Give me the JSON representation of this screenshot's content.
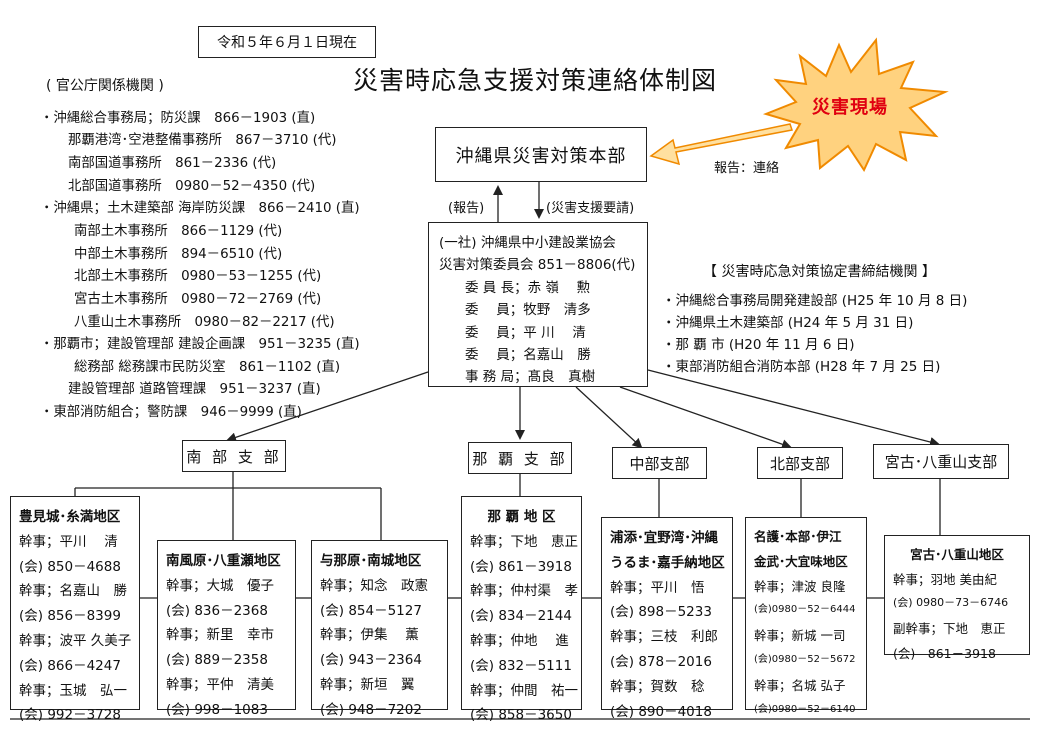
{
  "date_note": "令和５年６月１日現在",
  "title": "災害時応急支援対策連絡体制図",
  "disaster_site": "災害現場",
  "report_contact": "報告：連絡",
  "hq": "沖縄県災害対策本部",
  "report_label": "(報告)",
  "request_label": "(災害支援要請)",
  "gov_heading": "( 官公庁関係機関 )",
  "gov_lines": [
    "・沖縄総合事務局；防災課　866－1903 (直)",
    "那覇港湾･空港整備事務所　867－3710 (代)",
    "南部国道事務所　861－2336 (代)",
    "北部国道事務所　0980－52－4350 (代)",
    "・沖縄県；土木建築部 海岸防災課　866－2410 (直)",
    "南部土木事務所　866－1129 (代)",
    "中部土木事務所　894－6510 (代)",
    "北部土木事務所　0980－53－1255 (代)",
    "宮古土木事務所　0980－72－2769 (代)",
    "八重山土木事務所　0980－82－2217 (代)",
    "・那覇市；建設管理部 建設企画課　951－3235 (直)",
    "総務部 総務課市民防災室　861－1102 (直)",
    "建設管理部 道路管理課　951－3237 (直)",
    "・東部消防組合；警防課　946－9999 (直)"
  ],
  "association": {
    "name": "(一社) 沖縄県中小建設業協会",
    "committee": "災害対策委員会 851－8806(代)",
    "members": [
      "委 員 長；赤 嶺　 勲",
      "委　 員；牧野　清多",
      "委　 員；平 川　 清",
      "委　 員；名嘉山　勝",
      "事 務 局；髙良　真樹"
    ]
  },
  "agreement_heading": "【 災害時応急対策協定書締結機関 】",
  "agreements": [
    "・沖縄総合事務局開発建設部 (H25 年 10 月 8 日)",
    "・沖縄県土木建築部 (H24 年 5 月 31 日)",
    "・那 覇 市 (H20 年 11 月 6 日)",
    "・東部消防組合消防本部 (H28 年 7 月 25 日)"
  ],
  "branches": [
    "南 部 支 部",
    "那 覇 支 部",
    "中部支部",
    "北部支部",
    "宮古･八重山支部"
  ],
  "districts": {
    "tomigusuku": [
      "豊見城･糸満地区",
      "幹事；平川　 清",
      "(会) 850－4688",
      "幹事；名嘉山　勝",
      "(会) 856－8399",
      "幹事；波平 久美子",
      "(会) 866－4247",
      "幹事；玉城　弘一",
      "(会) 992－3728"
    ],
    "haebaru": [
      "南風原･八重瀬地区",
      "幹事；大城　優子",
      "(会) 836－2368",
      "幹事；新里　幸市",
      "(会) 889－2358",
      "幹事；平仲　清美",
      "(会) 998－1083"
    ],
    "yonabaru": [
      "与那原･南城地区",
      "幹事；知念　政憲",
      "(会) 854－5127",
      "幹事；伊集　 薫",
      "(会) 943－2364",
      "幹事；新垣　翼",
      "(会) 948－7202"
    ],
    "naha": [
      "那 覇 地 区",
      "幹事；下地　恵正",
      "(会) 861－3918",
      "幹事；仲村渠　孝",
      "(会) 834－2144",
      "幹事；仲地　 進",
      "(会) 832－5111",
      "幹事；仲間　祐一",
      "(会) 858－3650"
    ],
    "urasoe": [
      "浦添･宜野湾･沖縄",
      "うるま･嘉手納地区",
      "幹事；平川　悟",
      "(会) 898－5233",
      "幹事；三枝　利郎",
      "(会) 878－2016",
      "幹事；賀数　稔",
      "(会) 890－4018"
    ],
    "nago": [
      "名護･本部･伊江",
      "金武･大宜味地区",
      "幹事；津波 良隆",
      "(会)0980－52－6444",
      "幹事；新城 一司",
      "(会)0980－52－5672",
      "幹事；名城 弘子",
      "(会)0980－52－6140"
    ],
    "miyako": [
      "宮古･八重山地区",
      "幹事；羽地 美由紀",
      "(会) 0980－73－6746",
      "副幹事；下地　恵正",
      "(会)　861－3918"
    ]
  },
  "colors": {
    "burst": "#ffd27f",
    "burst_stroke": "#f08a00",
    "burst_text": "#e00010",
    "arrow_fill": "#ffe0a0"
  }
}
